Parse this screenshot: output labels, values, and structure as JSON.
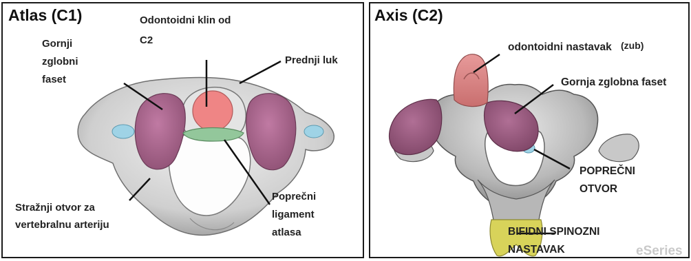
{
  "atlas": {
    "title": "Atlas (C1)",
    "labels": {
      "odontoid_line1": "Odontoidni klin od",
      "odontoid_line2": "C2",
      "superior_facet_1": "Gornji",
      "superior_facet_2": "zglobni",
      "superior_facet_3": "faset",
      "anterior_arch": "Prednji luk",
      "foramen_1": "Stražnji otvor za",
      "foramen_2": "vertebralnu arteriju",
      "ligament_1": "Poprečni",
      "ligament_2": "ligament",
      "ligament_3": "atlasa"
    }
  },
  "axis": {
    "title": "Axis (C2)",
    "labels": {
      "dens": "odontoidni nastavak",
      "dens_note": "(zub)",
      "superior_facet": "Gornja zglobna faset",
      "transverse_foramen_1": "POPREČNI",
      "transverse_foramen_2": "OTVOR",
      "spinous_1": "BIFIDNI SPINOZNI",
      "spinous_2": "NASTAVAK",
      "watermark": "eSeries"
    }
  },
  "colors": {
    "bone": "#d6d6d6",
    "facet": "#a8658a",
    "dens_circle": "#ef8585",
    "ligament": "#93c79b",
    "foramen": "#9fd3e6",
    "dens_axis": "#d98a8a",
    "spinous": "#d8d35a"
  }
}
